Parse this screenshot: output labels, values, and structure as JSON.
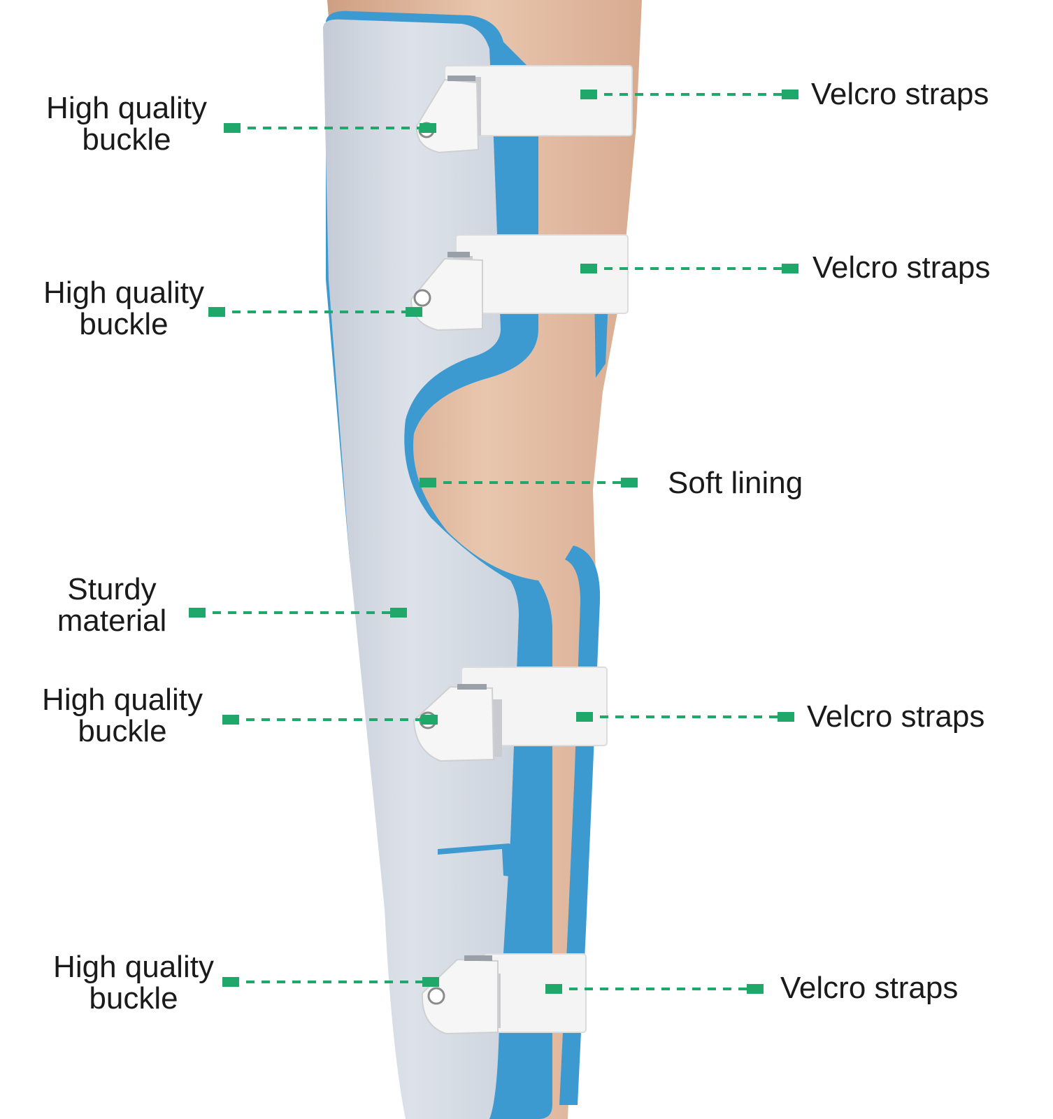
{
  "colors": {
    "leader": "#1fa86a",
    "lining": "#3d9ad1",
    "shell": "#d3d8e1",
    "strap": "#f3f3f3",
    "skin": "#e3bfa6"
  },
  "callouts": {
    "buckle_1": {
      "line1": "High quality",
      "line2": "buckle"
    },
    "buckle_2": {
      "line1": "High quality",
      "line2": "buckle"
    },
    "buckle_3": {
      "line1": "High quality",
      "line2": "buckle"
    },
    "buckle_4": {
      "line1": "High quality",
      "line2": "buckle"
    },
    "material": {
      "line1": "Sturdy",
      "line2": "material"
    },
    "velcro_1": "Velcro straps",
    "velcro_2": "Velcro straps",
    "velcro_3": "Velcro straps",
    "velcro_4": "Velcro straps",
    "lining": "Soft lining"
  }
}
